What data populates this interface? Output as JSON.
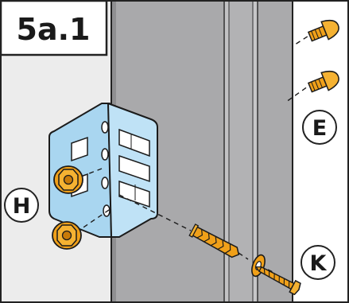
{
  "step": {
    "label": "5a.1"
  },
  "callouts": {
    "h": "H",
    "e": "E",
    "k": "K"
  },
  "colors": {
    "wall_light": "#e8e8e8",
    "post_dark": "#a7a7a9",
    "post_mid": "#b4b4b6",
    "post_edge": "#222222",
    "bracket_fill": "#a9d6f0",
    "bracket_stroke": "#1b1b1b",
    "hardware_orange": "#f0a019",
    "hardware_orange_dark": "#c87a08",
    "callout_border": "#222222",
    "title_border": "#222222"
  },
  "icons": {
    "screw_e": "carriage-bolt-icon",
    "nut_h": "flange-nut-icon",
    "plug_k": "wall-plug-icon",
    "washer_k": "washer-icon",
    "screw_k": "wood-screw-icon"
  }
}
